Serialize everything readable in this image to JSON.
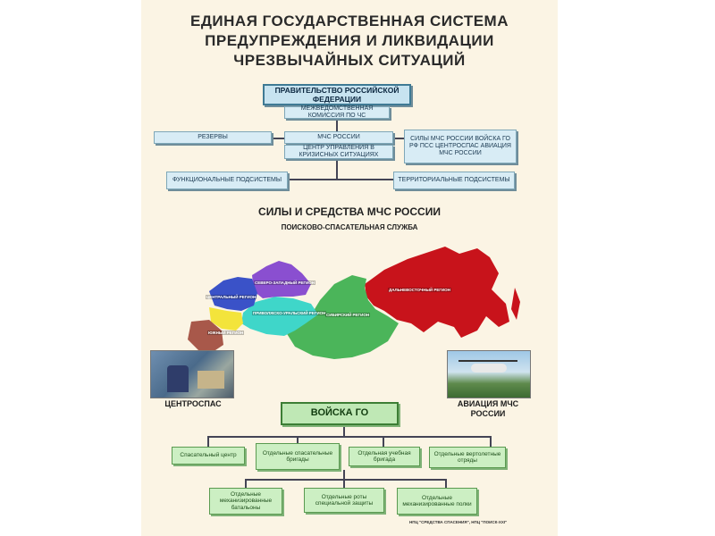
{
  "title_lines": [
    "ЕДИНАЯ ГОСУДАРСТВЕННАЯ СИСТЕМА",
    "ПРЕДУПРЕЖДЕНИЯ И ЛИКВИДАЦИИ",
    "ЧРЕЗВЫЧАЙНЫХ СИТУАЦИЙ"
  ],
  "org_chart": {
    "government": "ПРАВИТЕЛЬСТВО РОССИЙСКОЙ ФЕДЕРАЦИИ",
    "commission": "МЕЖВЕДОМСТВЕННАЯ КОМИССИЯ ПО ЧС",
    "reserves": "РЕЗЕРВЫ",
    "mchs": "МЧС РОССИИ",
    "crisis_center": "ЦЕНТР УПРАВЛЕНИЯ В КРИЗИСНЫХ СИТУАЦИЯХ",
    "forces": "СИЛЫ МЧС РОССИИ ВОЙСКА ГО РФ ПСС ЦЕНТРОСПАС АВИАЦИЯ МЧС РОССИИ",
    "functional": "ФУНКЦИОНАЛЬНЫЕ ПОДСИСТЕМЫ",
    "territorial": "ТЕРРИТОРИАЛЬНЫЕ ПОДСИСТЕМЫ"
  },
  "forces_section": {
    "heading": "СИЛЫ И СРЕДСТВА МЧС РОССИИ",
    "subheading": "ПОИСКОВО-СПАСАТЕЛЬНАЯ СЛУЖБА"
  },
  "map_regions": {
    "central": "ЦЕНТРАЛЬНЫЙ РЕГИОН",
    "northwest": "СЕВЕРО-ЗАПАДНЫЙ РЕГИОН",
    "volga_ural": "ПРИВОЛЖСКО-УРАЛЬСКИЙ РЕГИОН",
    "siberian": "СИБИРСКИЙ РЕГИОН",
    "far_east": "ДАЛЬНЕВОСТОЧНЫЙ РЕГИОН",
    "south": "ЮЖНЫЙ РЕГИОН"
  },
  "photos": {
    "centrospas": "ЦЕНТРОСПАС",
    "aviation": "АВИАЦИЯ МЧС РОССИИ"
  },
  "troops": {
    "head": "ВОЙСКА ГО",
    "row1": [
      "Спасательный центр",
      "Отдельные спасательные бригады",
      "Отдельная учебная бригада",
      "Отдельные вертолетные отряды"
    ],
    "row2": [
      "Отдельные механизированные батальоны",
      "Отдельные роты специальной защиты",
      "Отдельные механизированные полки"
    ]
  },
  "footer": "НПЦ \"СРЕДСТВА СПАСЕНИЯ\", НПЦ \"ПОИСК-ХХI\"",
  "colors": {
    "poster_bg": "#fbf4e4",
    "org_box": "#d8ecf5",
    "troops_box": "#ccefc3",
    "central_region": "#3a52c8",
    "northwest_region": "#8a4fd0",
    "volga_region": "#3fd6c9",
    "yellow_region": "#f3e43b",
    "siberian_region": "#4bb55a",
    "fareast_region": "#c8131b",
    "south_region": "#a8584a"
  }
}
